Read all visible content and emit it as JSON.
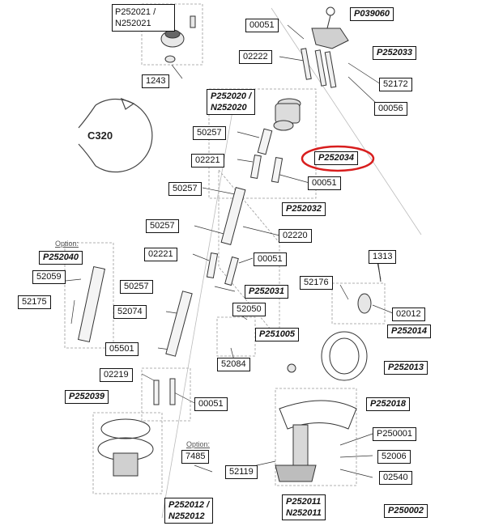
{
  "diagram": {
    "kit_label": "C320",
    "option_text": "Option:",
    "highlight_color": "#d81e1e",
    "parts": {
      "p252021": "P252021 /",
      "n252021": "N252021",
      "p1243": "1243",
      "p00051_top": "00051",
      "p039060": "P039060",
      "p252033": "P252033",
      "p02222": "02222",
      "p52172": "52172",
      "p00056": "00056",
      "p252020": "P252020 /",
      "n252020": "N252020",
      "p50257_a": "50257",
      "p252034": "P252034",
      "p02221_a": "02221",
      "p00051_b": "00051",
      "p50257_b": "50257",
      "p252032": "P252032",
      "p50257_c": "50257",
      "p02220": "02220",
      "p252040": "P252040",
      "p02221_b": "02221",
      "p00051_c": "00051",
      "p1313": "1313",
      "p52059": "52059",
      "p52176": "52176",
      "p50257_d": "50257",
      "p252031": "P252031",
      "p52175": "52175",
      "p52050": "52050",
      "p02012": "02012",
      "p52074": "52074",
      "p252014": "P252014",
      "p251005": "P251005",
      "p05501": "05501",
      "p52084": "52084",
      "p252013": "P252013",
      "p02219": "02219",
      "p252039": "P252039",
      "p00051_d": "00051",
      "p252018": "P252018",
      "p250001": "P250001",
      "p7485": "7485",
      "p52006": "52006",
      "p52119": "52119",
      "p02540": "02540",
      "p252012": "P252012 /",
      "n252012": "N252012",
      "p252011": "P252011",
      "n252011": "N252011",
      "p250002": "P250002"
    }
  }
}
